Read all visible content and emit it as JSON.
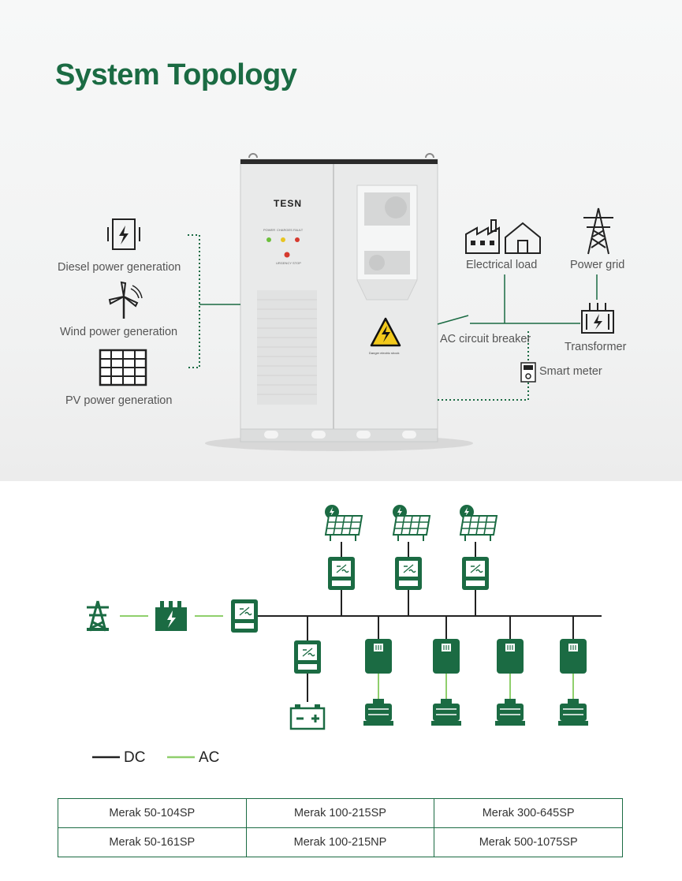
{
  "title": "System Topology",
  "colors": {
    "brand_green": "#1b6b43",
    "ac_green": "#8fcf6c",
    "dc_black": "#222222"
  },
  "cabinet": {
    "brand": "TESN",
    "indicators": [
      "POWER",
      "CHARGES",
      "FAULT"
    ],
    "stop_label": "URGENCY STOP",
    "warning_label": "Danger electric shock"
  },
  "topology_labels": {
    "diesel": "Diesel power generation",
    "wind": "Wind power generation",
    "pv": "PV power generation",
    "electrical_load": "Electrical load",
    "power_grid": "Power grid",
    "ac_breaker": "AC circuit breaker",
    "transformer": "Transformer",
    "smart_meter": "Smart meter"
  },
  "legend": {
    "dc": "DC",
    "ac": "AC"
  },
  "models": [
    [
      "Merak 50-104SP",
      "Merak 100-215SP",
      "Merak 300-645SP"
    ],
    [
      "Merak 50-161SP",
      "Merak 100-215NP",
      "Merak 500-1075SP"
    ]
  ]
}
